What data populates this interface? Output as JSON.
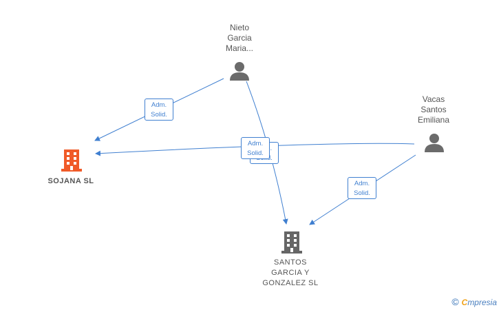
{
  "nodes": {
    "sojana": {
      "label": "SOJANA  SL",
      "color": "#f05a28"
    },
    "santos": {
      "label": "SANTOS\nGARCIA Y\nGONZALEZ SL",
      "color": "#666666"
    },
    "nieto": {
      "label": "Nieto\nGarcia\nMaria..."
    },
    "vacas": {
      "label": "Vacas\nSantos\nEmiliana"
    }
  },
  "relations": {
    "label": "Adm.\nSolid."
  },
  "colors": {
    "edge": "#3f7fd0",
    "person": "#6b6b6b"
  },
  "watermark": {
    "copyright": "©",
    "brand_first": "C",
    "brand_rest": "mpresia"
  }
}
